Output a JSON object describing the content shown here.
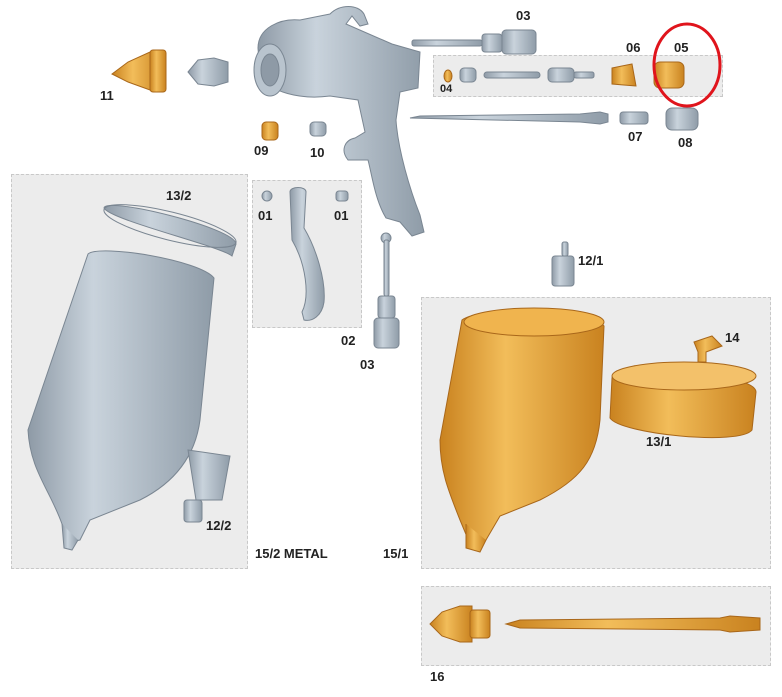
{
  "labels": {
    "p11": "11",
    "p03_top": "03",
    "p06": "06",
    "p05": "05",
    "p04": "04",
    "p07": "07",
    "p08": "08",
    "p09": "09",
    "p10": "10",
    "p13_2": "13/2",
    "p01_left": "01",
    "p01_right": "01",
    "p02": "02",
    "p03_bottom": "03",
    "p12_1": "12/1",
    "p14": "14",
    "p13_1": "13/1",
    "p12_2": "12/2",
    "p15_2": "15/2 METAL",
    "p15_1": "15/1",
    "p16": "16"
  },
  "colors": {
    "brass": "#e2a33a",
    "steel": "#a9b6c2",
    "highlight": "#e0141c"
  }
}
